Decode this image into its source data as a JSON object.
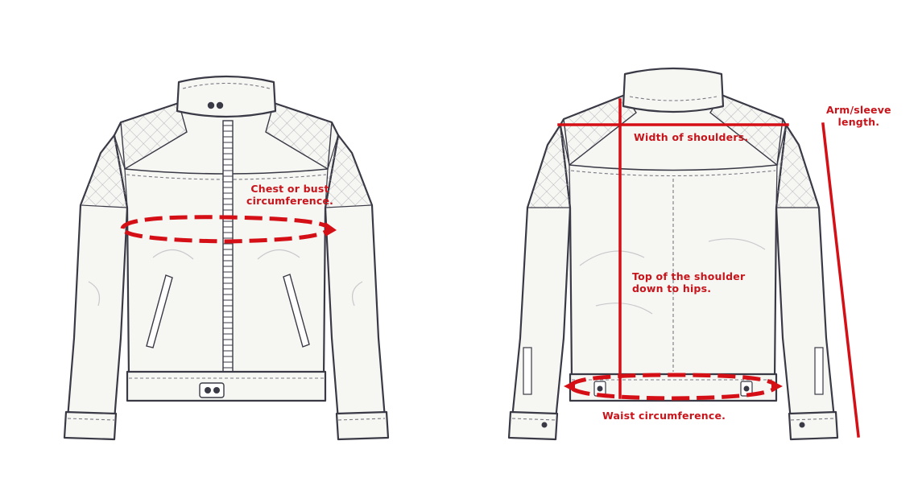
{
  "colors": {
    "measure": "#d50f16",
    "outline": "#3a3a46",
    "fabric": "#f6f6f3"
  },
  "front_view": {
    "labels": {
      "chest": "Chest or bust\ncircumference."
    }
  },
  "back_view": {
    "labels": {
      "shoulders": "Width of shoulders.",
      "length": "Top of the shoulder\ndown to hips.",
      "waist": "Waist circumference.",
      "sleeve": "Arm/sleeve\nlength."
    }
  }
}
